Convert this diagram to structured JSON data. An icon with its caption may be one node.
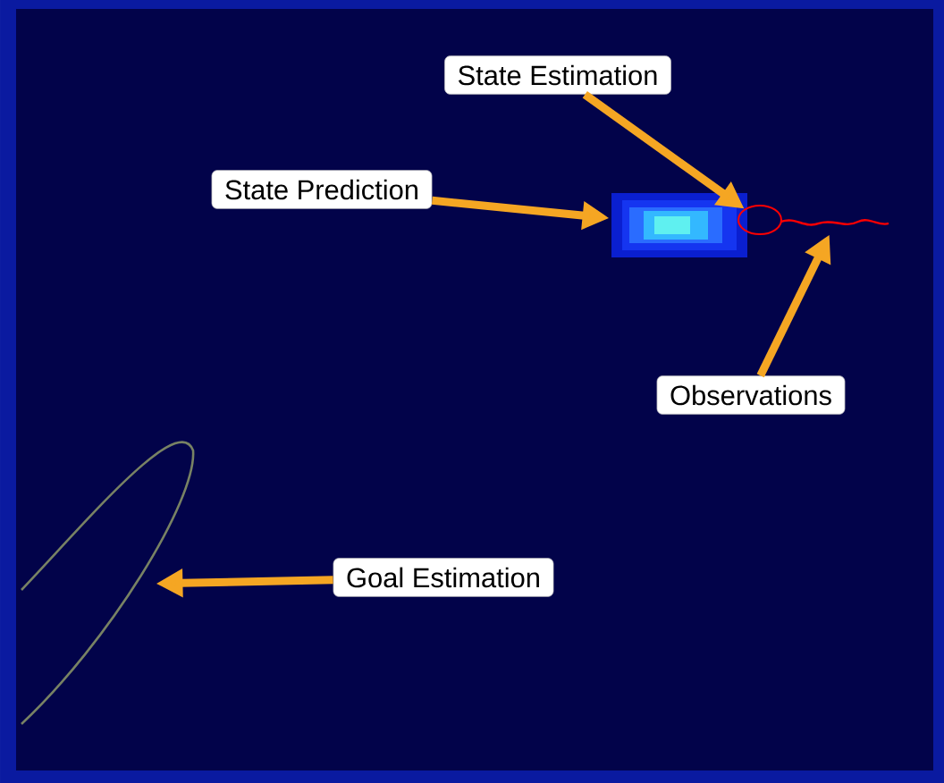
{
  "diagram": {
    "nodes": [
      {
        "text": [
          "State Estimation"
        ]
      },
      {
        "text": [
          "State Prediction"
        ]
      },
      {
        "text": [],
        "shape": "picture"
      },
      {
        "text": [],
        "shape": "circle"
      },
      {
        "text": [],
        "shape": "picture"
      },
      {
        "text": [
          "Observations"
        ]
      },
      {
        "text": [],
        "shape": "picture"
      },
      {
        "text": [
          "Goal Estimation"
        ]
      }
    ],
    "edges": [
      {
        "from": 0,
        "to": 3,
        "arrow": "to"
      },
      {
        "from": 1,
        "to": 2,
        "arrow": "to"
      },
      {
        "from": 5,
        "to": 4,
        "arrow": "to"
      },
      {
        "from": 7,
        "to": 6,
        "arrow": "to"
      }
    ]
  }
}
